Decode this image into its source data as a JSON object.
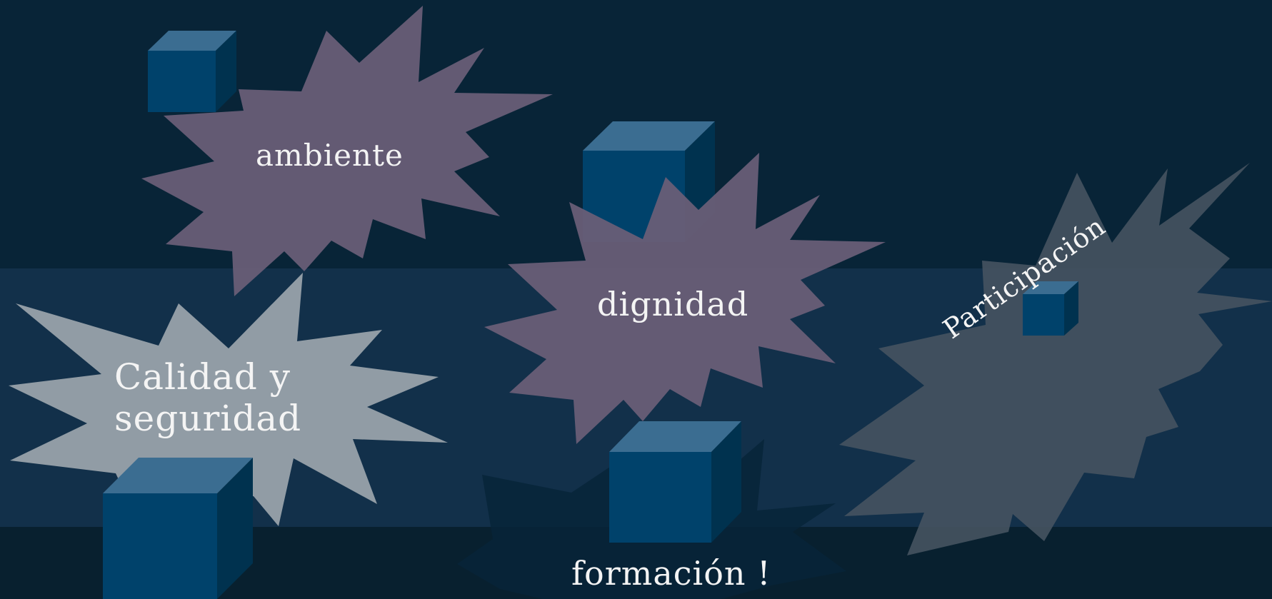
{
  "words": {
    "ambiente": "ambiente",
    "dignidad": "dignidad",
    "calidad_line1": "Calidad y",
    "calidad_line2": "seguridad",
    "formacion": "formación !",
    "participacion": "Participación"
  },
  "colors": {
    "background_top": "#082437",
    "background_middle": "#12304a",
    "background_bottom": "#08202f",
    "starburst_mauve": "#6a5f77",
    "starburst_silver": "#96a0a8",
    "starburst_slate": "#3f4e5d",
    "cube_front": "#00426b",
    "cube_top": "#3b6d91",
    "cube_side": "#00324f",
    "text": "#f4f4f4"
  }
}
